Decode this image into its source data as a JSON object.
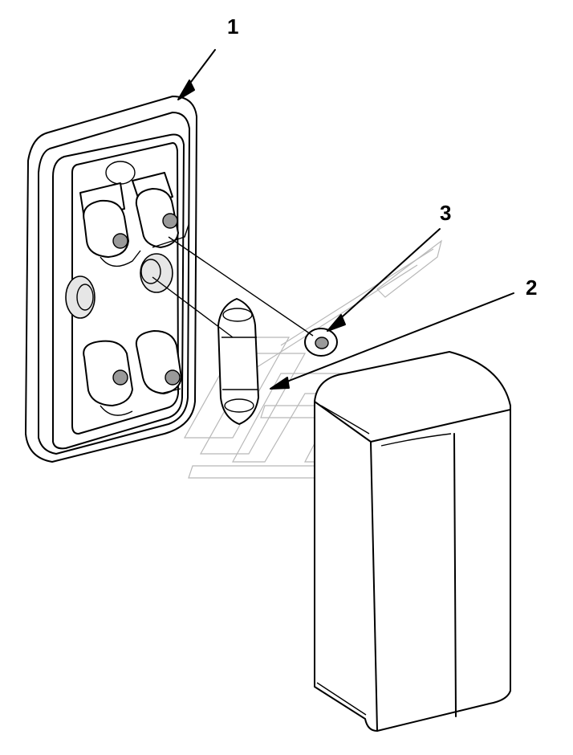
{
  "callouts": [
    {
      "id": "1",
      "label": "1"
    },
    {
      "id": "2",
      "label": "2"
    },
    {
      "id": "3",
      "label": "3"
    }
  ],
  "parts": {
    "housing": "lamp-housing",
    "bulb": "festoon-bulb",
    "grommet": "grommet",
    "lens": "lamp-lens-cover"
  },
  "colors": {
    "line": "#000000",
    "watermark": "#b8b8b8",
    "background": "#ffffff"
  }
}
